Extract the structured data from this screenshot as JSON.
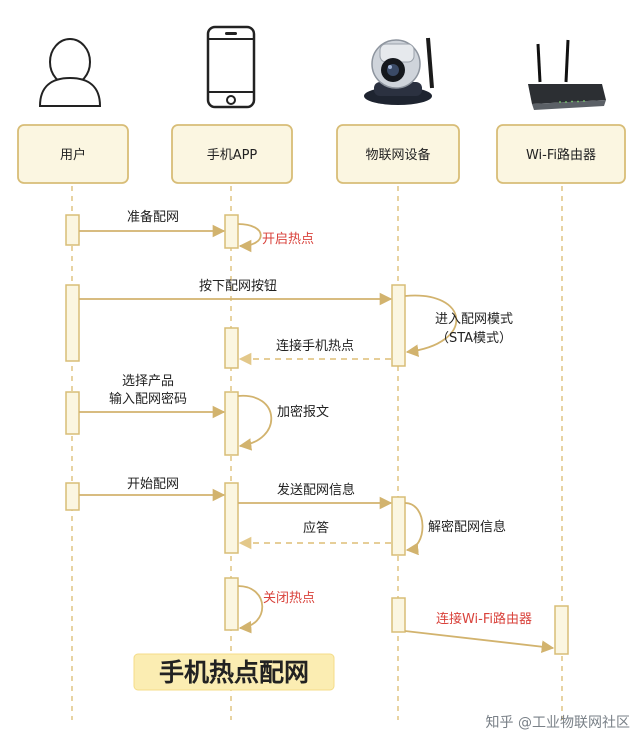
{
  "colors": {
    "line": "#e3c88a",
    "box_fill": "#fbf6e1",
    "box_stroke": "#d8bd77",
    "dark_arrow": "#d2b36e",
    "text": "#222222",
    "red_text": "#d9423b",
    "title_bg": "#fbedb2"
  },
  "participants": [
    {
      "label": "用户",
      "icon": "person-icon"
    },
    {
      "label": "手机APP",
      "icon": "smartphone-icon"
    },
    {
      "label": "物联网设备",
      "icon": "camera-icon"
    },
    {
      "label": "Wi-Fi路由器",
      "icon": "router-icon"
    }
  ],
  "messages": [
    {
      "label": "准备配网",
      "from": "用户",
      "to": "手机APP",
      "style": "solid"
    },
    {
      "label": "开启热点",
      "from": "手机APP",
      "to": "手机APP",
      "style": "self",
      "color": "red"
    },
    {
      "label": "按下配网按钮",
      "from": "用户",
      "to": "物联网设备",
      "style": "solid"
    },
    {
      "label": "进入配网模式",
      "label2": "（STA模式）",
      "from": "物联网设备",
      "to": "物联网设备",
      "style": "self"
    },
    {
      "label": "连接手机热点",
      "from": "物联网设备",
      "to": "手机APP",
      "style": "dashed"
    },
    {
      "label": "选择产品",
      "label2": "输入配网密码",
      "from": "用户",
      "to": "手机APP",
      "style": "solid"
    },
    {
      "label": "加密报文",
      "from": "手机APP",
      "to": "手机APP",
      "style": "self"
    },
    {
      "label": "开始配网",
      "from": "用户",
      "to": "手机APP",
      "style": "solid"
    },
    {
      "label": "发送配网信息",
      "from": "手机APP",
      "to": "物联网设备",
      "style": "solid"
    },
    {
      "label": "解密配网信息",
      "from": "物联网设备",
      "to": "物联网设备",
      "style": "self"
    },
    {
      "label": "应答",
      "from": "物联网设备",
      "to": "手机APP",
      "style": "dashed"
    },
    {
      "label": "关闭热点",
      "from": "手机APP",
      "to": "手机APP",
      "style": "self",
      "color": "red"
    },
    {
      "label": "连接Wi-Fi路由器",
      "from": "物联网设备",
      "to": "Wi-Fi路由器",
      "style": "solid",
      "color": "red"
    }
  ],
  "title": "手机热点配网",
  "watermark": "知乎 @工业物联网社区"
}
